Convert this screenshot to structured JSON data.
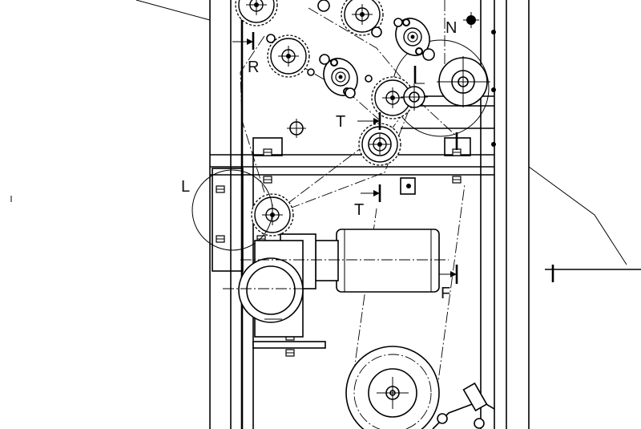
{
  "diagram": {
    "labels": {
      "R": "R",
      "N": "N",
      "T_upper": "T",
      "T_lower": "T",
      "L": "L",
      "F": "F"
    },
    "colors": {
      "ink": "#000000",
      "paper": "#ffffff"
    }
  }
}
